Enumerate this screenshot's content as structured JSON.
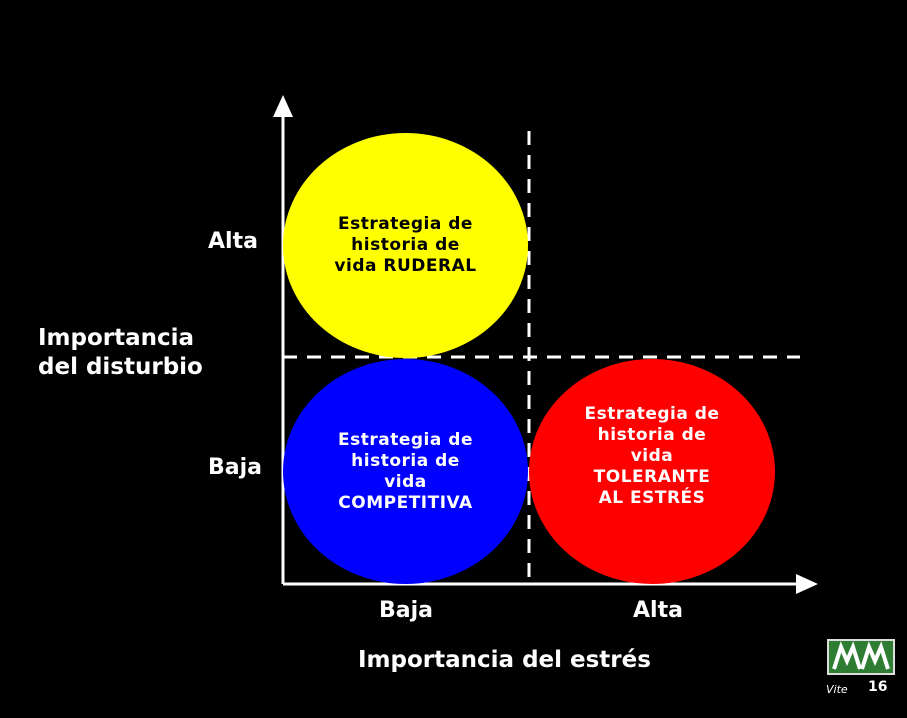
{
  "quadrants": {
    "ruderal": {
      "text_lines": [
        "Estrategia de",
        "historia de",
        "vida RUDERAL"
      ],
      "color": "#ffff00"
    },
    "competitive": {
      "text_lines": [
        "Estrategia de",
        "historia de",
        "vida",
        "COMPETITIVA"
      ],
      "color": "#0000ff"
    },
    "stress_tolerant": {
      "text_lines": [
        "Estrategia de",
        "historia de",
        "vida",
        "TOLERANTE",
        "AL ESTRÉS"
      ],
      "color": "#ff0000"
    }
  },
  "y_axis": {
    "title_lines": [
      "Importancia",
      "del disturbio"
    ],
    "high_label": "Alta",
    "low_label": "Baja"
  },
  "x_axis": {
    "title": "Importancia del estrés",
    "low_label": "Baja",
    "high_label": "Alta"
  },
  "footer": {
    "author": "Vite",
    "page_number": "16",
    "logo_color": "#2e7d32"
  }
}
